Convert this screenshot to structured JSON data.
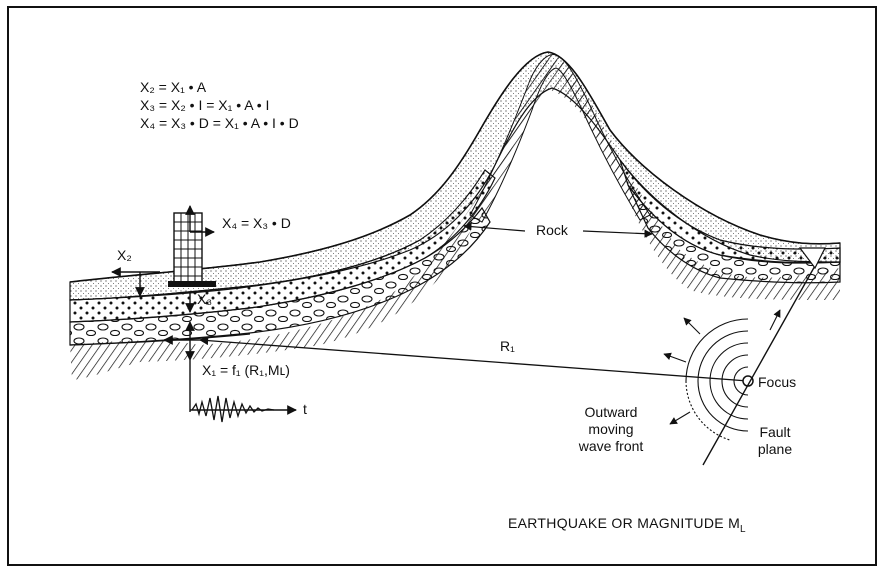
{
  "equations": {
    "line1": "X₂ = X₁ • A",
    "line2": "X₃ = X₂ • I = X₁ • A • I",
    "line3": "X₄ = X₃ • D = X₁ • A • I • D"
  },
  "labels": {
    "x4": "X₄ = X₃ • D",
    "x2": "X₂",
    "x3": "X₃",
    "x1": "X₁ = f₁ (R₁,Mʟ)",
    "t": "t",
    "rock": "Rock",
    "r1": "R₁",
    "focus": "Focus",
    "wave_front_1": "Outward",
    "wave_front_2": "moving",
    "wave_front_3": "wave front",
    "fault_1": "Fault",
    "fault_2": "plane",
    "caption_main": "EARTHQUAKE OR MAGNITUDE M",
    "caption_sub": "L"
  },
  "colors": {
    "ink": "#111111",
    "paper": "#ffffff"
  }
}
